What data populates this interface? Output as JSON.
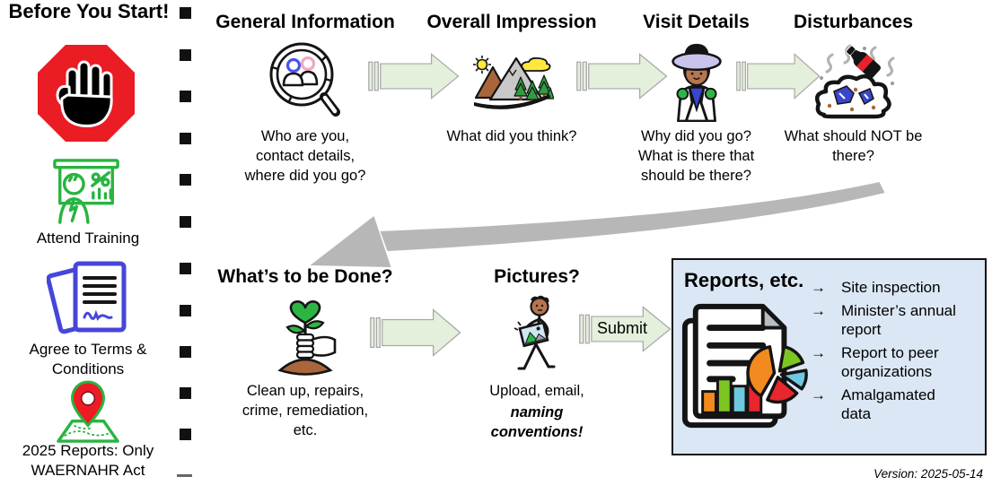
{
  "left_panel": {
    "title": "Before You Start!",
    "items": [
      {
        "icon": "stop-hand-icon",
        "label": ""
      },
      {
        "icon": "training-presentation-icon",
        "label": "Attend Training"
      },
      {
        "icon": "signed-documents-icon",
        "label": "Agree to Terms &\nConditions"
      },
      {
        "icon": "map-pin-icon",
        "label": "2025 Reports: Only\nWAERNAHR Act"
      }
    ]
  },
  "flow": {
    "steps": [
      {
        "title": "General Information",
        "icon": "magnifier-people-icon",
        "description": "Who are you,\ncontact details,\nwhere did you go?"
      },
      {
        "title": "Overall Impression",
        "icon": "landscape-icon",
        "description": "What did you think?"
      },
      {
        "title": "Visit Details",
        "icon": "park-visitor-icon",
        "description": "Why did you go?\nWhat is there that\nshould be there?"
      },
      {
        "title": "Disturbances",
        "icon": "litter-pile-icon",
        "description": "What should NOT be\nthere?"
      },
      {
        "title": "What’s to be Done?",
        "icon": "planting-hand-icon",
        "description": "Clean up, repairs,\ncrime, remediation,\netc."
      },
      {
        "title": "Pictures?",
        "icon": "photo-person-icon",
        "description": "Upload, email,",
        "description_emphasis": "naming\nconventions!"
      }
    ],
    "submit_label": "Submit"
  },
  "reports": {
    "title": "Reports, etc.",
    "bullet": "→",
    "items": [
      "Site inspection",
      "Minister’s annual\nreport",
      "Report to peer\norganizations",
      "Amalgamated\ndata"
    ]
  },
  "footer": {
    "version": "Version: 2025-05-14"
  },
  "colors": {
    "arrow_fill": "#e4efdc",
    "arrow_border": "#a8a8a8",
    "stop_red": "#ea1c24",
    "brand_green": "#28b440",
    "terms_blue": "#4646da",
    "reports_box_bg": "#dbe7f4",
    "reports_box_border": "#111111",
    "swoosh_gray": "#b7b7b7"
  }
}
